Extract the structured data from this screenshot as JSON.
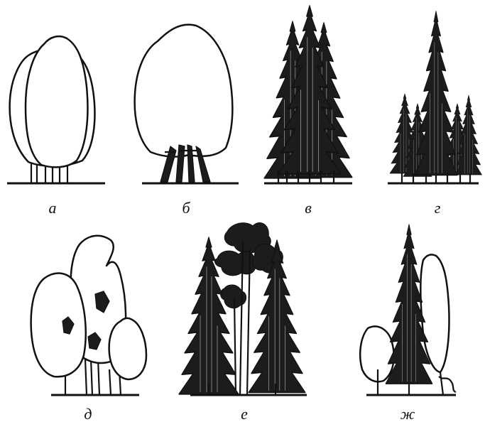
{
  "figure": {
    "labels": [
      "а",
      "б",
      "в",
      "г",
      "д",
      "е",
      "ж"
    ]
  }
}
